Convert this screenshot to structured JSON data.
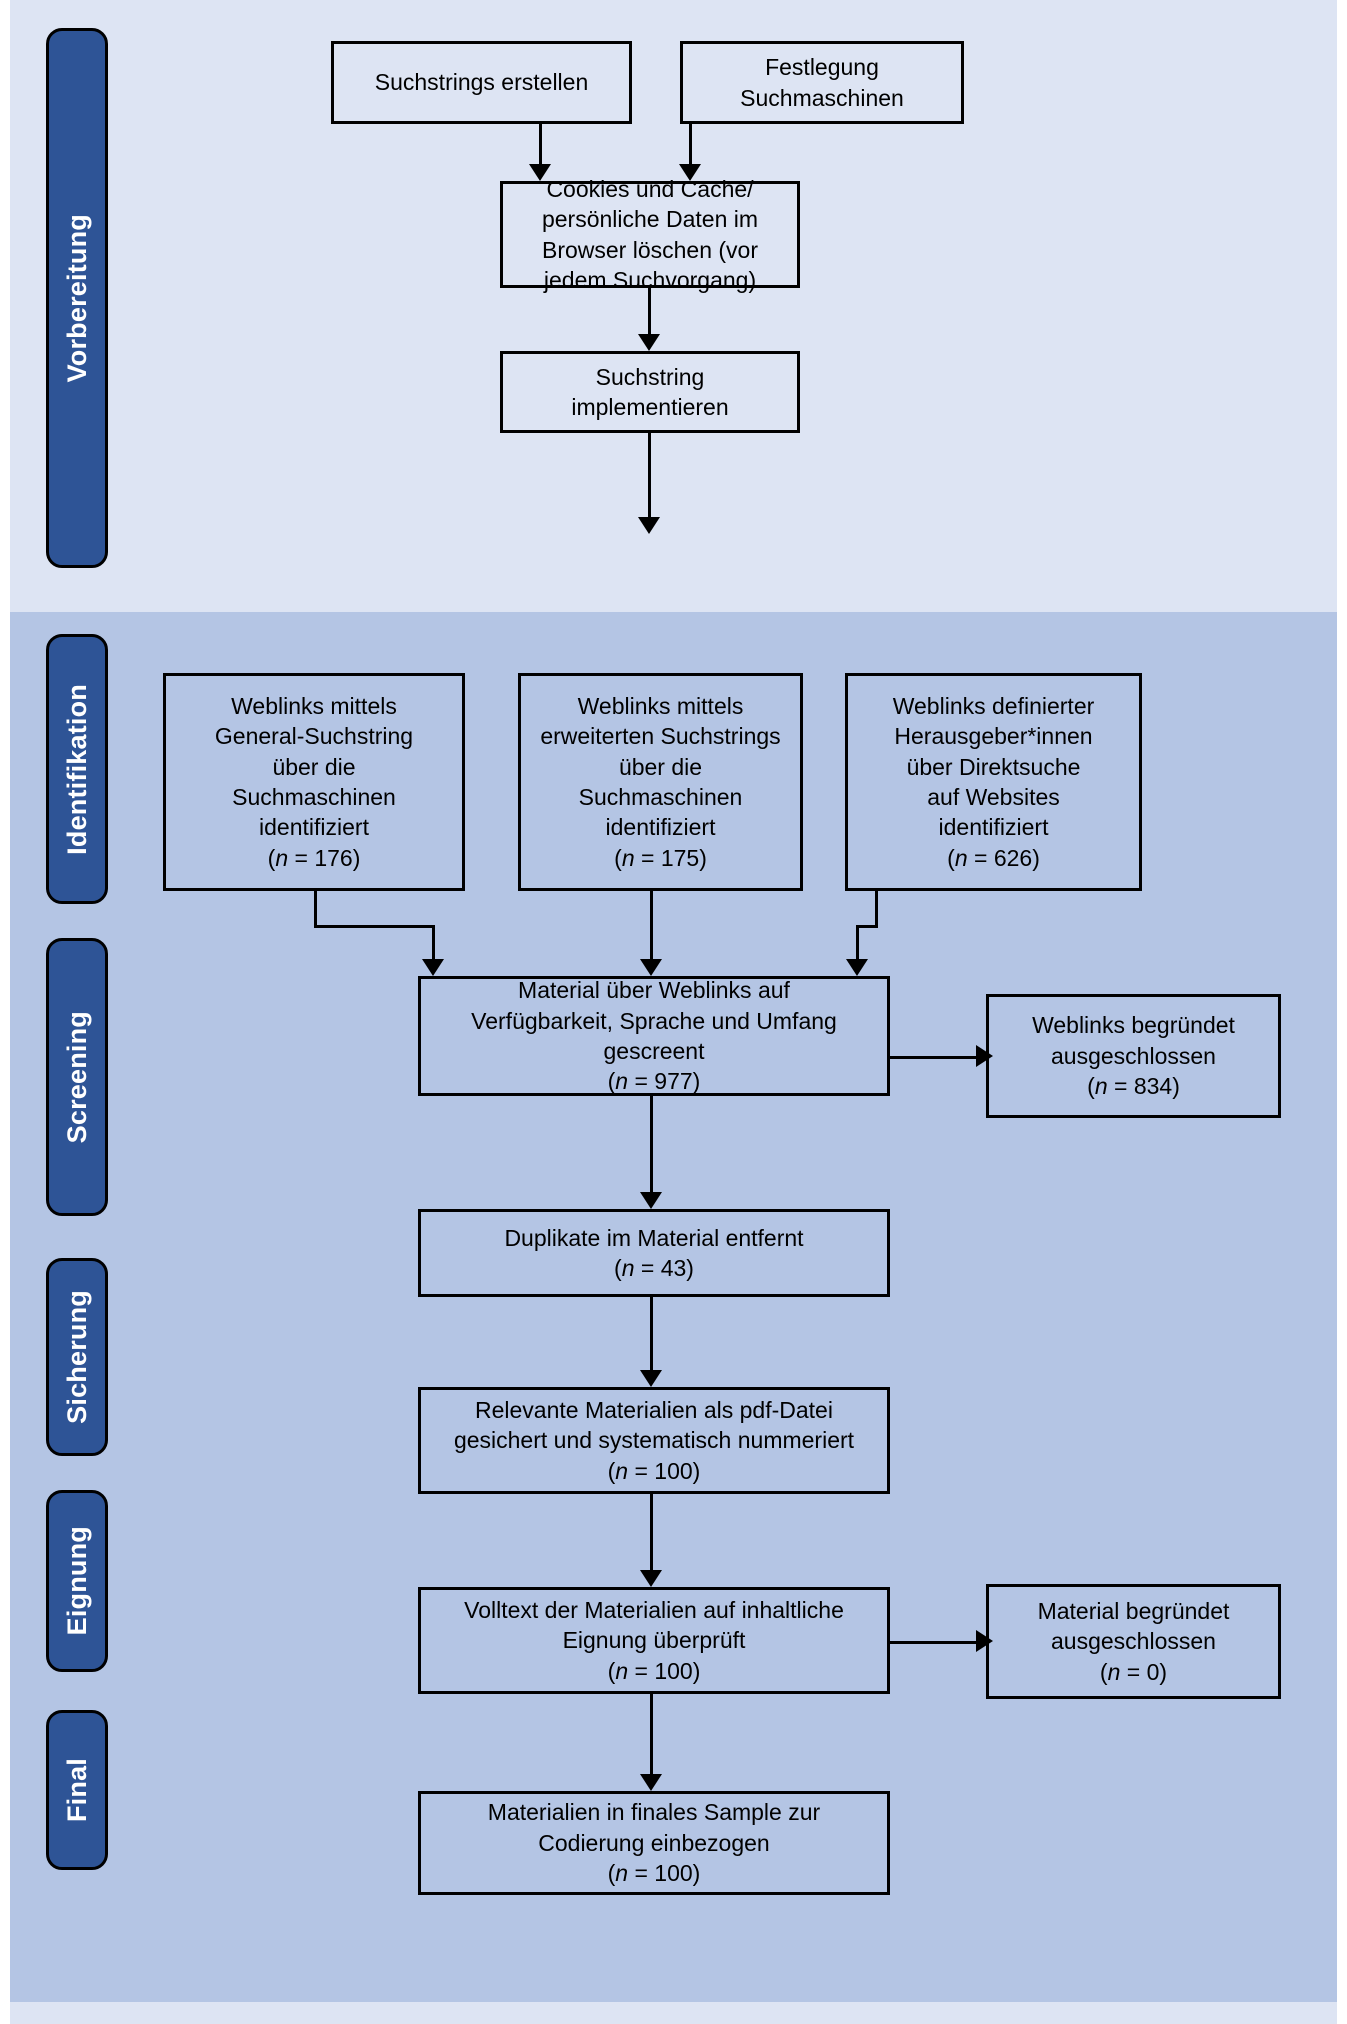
{
  "diagram": {
    "title": "PRISMA-artiges Flussdiagramm der Materialrecherche",
    "colors": {
      "band_top": "#dde4f3",
      "band_bottom": "#b4c5e4",
      "pill_fill": "#2e5496",
      "pill_text": "#ffffff",
      "stroke": "#000000"
    },
    "stages": [
      {
        "id": "vorbereitung",
        "label": "Vorbereitung"
      },
      {
        "id": "identifikation",
        "label": "Identifikation"
      },
      {
        "id": "screening",
        "label": "Screening"
      },
      {
        "id": "sicherung",
        "label": "Sicherung"
      },
      {
        "id": "eignung",
        "label": "Eignung"
      },
      {
        "id": "final",
        "label": "Final"
      }
    ],
    "nodes": {
      "suchstrings_erstellen": "Suchstrings erstellen",
      "festlegung_suchmaschinen": "Festlegung\nSuchmaschinen",
      "cookies_cache": "Cookies und Cache/\npersönliche Daten im\nBrowser löschen (vor\njedem Suchvorgang)",
      "suchstring_implementieren": "Suchstring\nimplementieren",
      "weblinks_general": "Weblinks mittels\nGeneral-Suchstring\nüber die\nSuchmaschinen\nidentifiziert\n(n = 176)",
      "weblinks_erweitert": "Weblinks mittels\nerweiterten Suchstrings\nüber die\nSuchmaschinen\nidentifiziert\n(n = 175)",
      "weblinks_herausgeber": "Weblinks definierter\nHerausgeber*innen\nüber Direktsuche\nauf Websites\nidentifiziert\n(n = 626)",
      "material_gescreent": "Material über Weblinks auf\nVerfügbarkeit, Sprache und Umfang\ngescreent\n(n = 977)",
      "weblinks_ausgeschlossen": "Weblinks begründet\nausgeschlossen\n(n = 834)",
      "duplikate_entfernt": "Duplikate im Material entfernt\n(n = 43)",
      "relevante_pdf": "Relevante Materialien als pdf-Datei\ngesichert und systematisch nummeriert\n(n = 100)",
      "volltext_eignung": "Volltext der Materialien auf inhaltliche\nEignung überprüft\n(n = 100)",
      "material_ausgeschlossen": "Material begründet\nausgeschlossen\n(n = 0)",
      "finales_sample": "Materialien in finales Sample zur\nCodierung einbezogen\n(n = 100)"
    },
    "counts": {
      "weblinks_general_n": 176,
      "weblinks_erweitert_n": 175,
      "weblinks_herausgeber_n": 626,
      "material_gescreent_n": 977,
      "weblinks_ausgeschlossen_n": 834,
      "duplikate_entfernt_n": 43,
      "relevante_pdf_n": 100,
      "volltext_eignung_n": 100,
      "material_ausgeschlossen_n": 0,
      "finales_sample_n": 100
    }
  }
}
